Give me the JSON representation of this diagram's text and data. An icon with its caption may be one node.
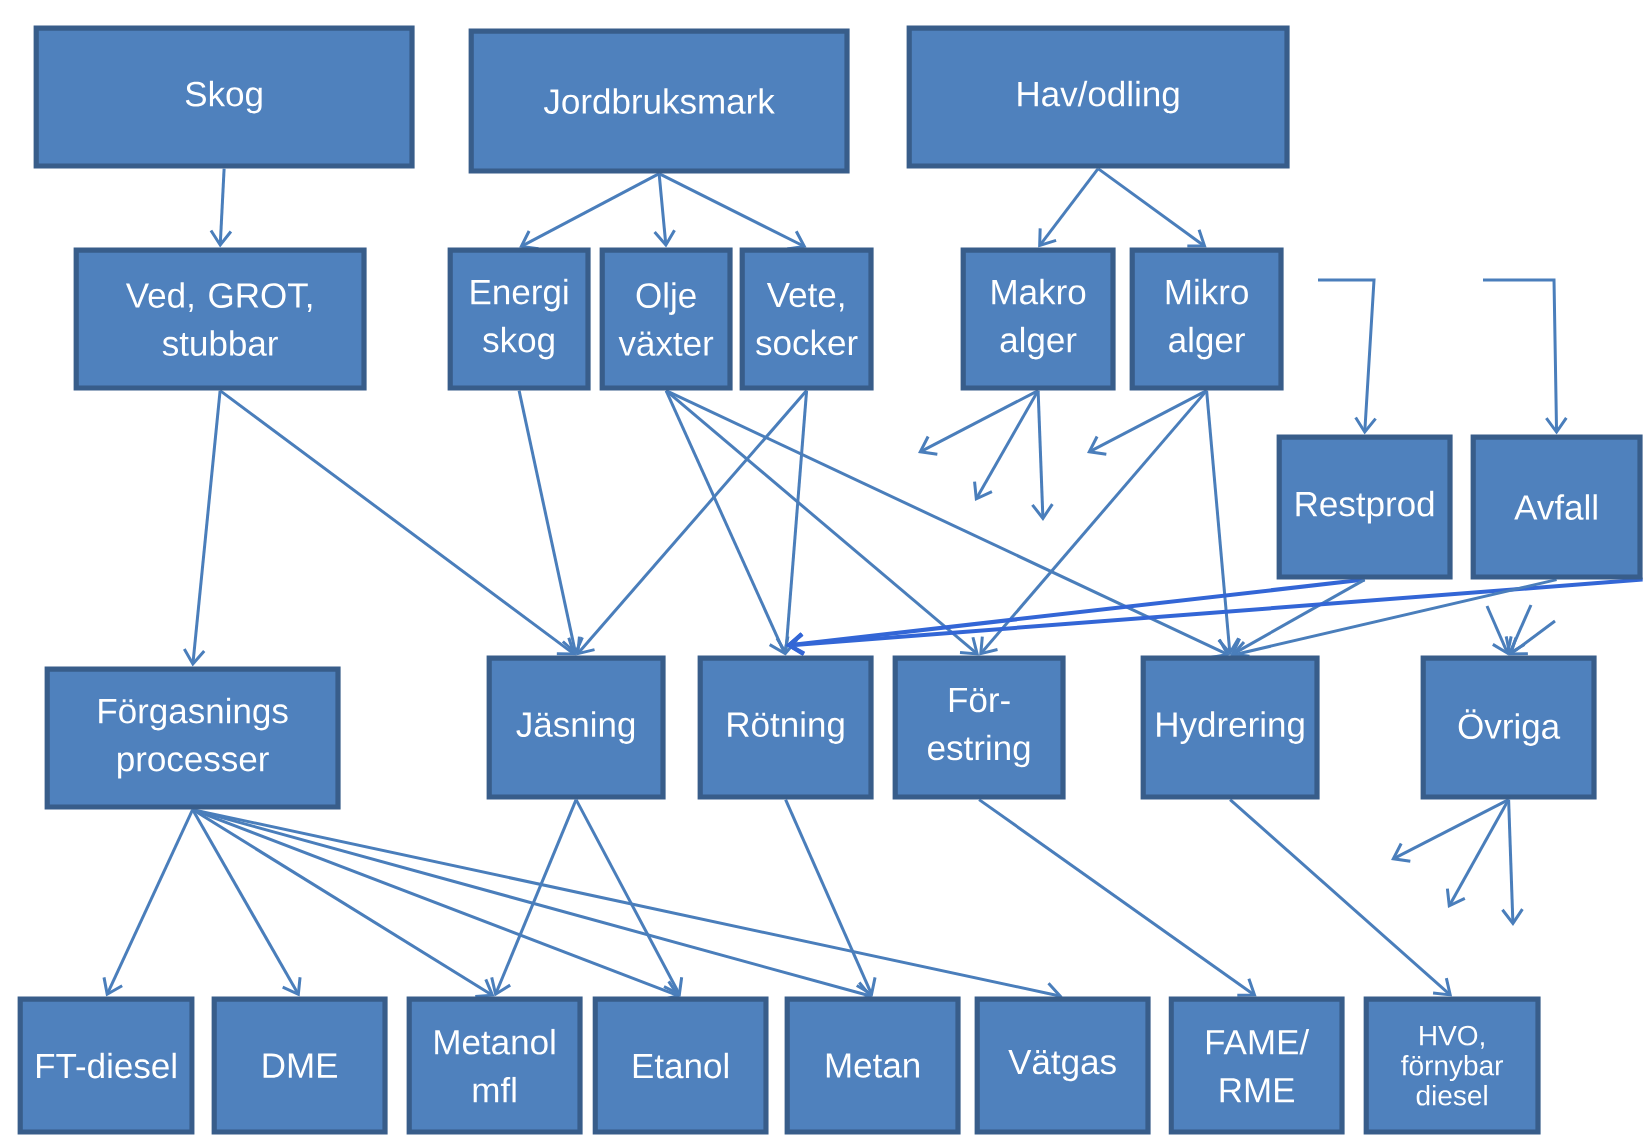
{
  "diagram": {
    "nodes": [
      {
        "text": [
          "Skog"
        ]
      },
      {
        "text": [
          "Jordbruksmark"
        ]
      },
      {
        "text": [
          "Hav/odling"
        ]
      },
      {
        "text": [
          "Ved, GROT, stubbar"
        ]
      },
      {
        "text": [
          "Energi skog"
        ]
      },
      {
        "text": [
          "Olje växter"
        ]
      },
      {
        "text": [
          "Vete, socker"
        ]
      },
      {
        "text": [
          "Makro alger"
        ]
      },
      {
        "text": [
          "Mikro alger"
        ]
      },
      {
        "text": [
          "Restprod"
        ]
      },
      {
        "text": [
          "Avfall"
        ]
      },
      {
        "text": [
          "Förgasnings processer"
        ]
      },
      {
        "text": [
          "Jäsning"
        ]
      },
      {
        "text": [
          "Rötning"
        ]
      },
      {
        "text": [
          "För- estring"
        ]
      },
      {
        "text": [
          "Hydrering"
        ]
      },
      {
        "text": [
          "Övriga"
        ]
      },
      {
        "text": [
          "FT-diesel"
        ]
      },
      {
        "text": [
          "DME"
        ]
      },
      {
        "text": [
          "Metanol mfl"
        ]
      },
      {
        "text": [
          "Etanol"
        ]
      },
      {
        "text": [
          "Metan"
        ]
      },
      {
        "text": [
          "Vätgas"
        ]
      },
      {
        "text": [
          "FAME/ RME"
        ]
      },
      {
        "text": [
          "HVO, förnybar diesel"
        ]
      }
    ],
    "edges": [
      {
        "from": 0,
        "to": 3,
        "arrow": "to"
      },
      {
        "from": 1,
        "to": 4,
        "arrow": "to"
      },
      {
        "from": 1,
        "to": 5,
        "arrow": "to"
      },
      {
        "from": 1,
        "to": 6,
        "arrow": "to"
      },
      {
        "from": 2,
        "to": 7,
        "arrow": "to"
      },
      {
        "from": 2,
        "to": 8,
        "arrow": "to"
      },
      {
        "from": null,
        "to": 9,
        "arrow": "to"
      },
      {
        "from": null,
        "to": 10,
        "arrow": "to"
      },
      {
        "from": 3,
        "to": 11,
        "arrow": "to"
      },
      {
        "from": 3,
        "to": 12,
        "arrow": "to"
      },
      {
        "from": 4,
        "to": 12,
        "arrow": "to"
      },
      {
        "from": 5,
        "to": 13,
        "arrow": "to"
      },
      {
        "from": 5,
        "to": 14,
        "arrow": "to"
      },
      {
        "from": 5,
        "to": 15,
        "arrow": "to"
      },
      {
        "from": 6,
        "to": 12,
        "arrow": "to"
      },
      {
        "from": 6,
        "to": 13,
        "arrow": "to"
      },
      {
        "from": 7,
        "to": null,
        "arrow": "to"
      },
      {
        "from": 7,
        "to": null,
        "arrow": "to"
      },
      {
        "from": 7,
        "to": null,
        "arrow": "to"
      },
      {
        "from": 8,
        "to": null,
        "arrow": "to"
      },
      {
        "from": 8,
        "to": 14,
        "arrow": "to"
      },
      {
        "from": 8,
        "to": 15,
        "arrow": "to"
      },
      {
        "from": 9,
        "to": 13,
        "arrow": "to",
        "color": "#3366d6"
      },
      {
        "from": 9,
        "to": 15,
        "arrow": "to"
      },
      {
        "from": 10,
        "to": 13,
        "arrow": "to",
        "color": "#3366d6"
      },
      {
        "from": 10,
        "to": 15,
        "arrow": "to"
      },
      {
        "from": null,
        "to": 16,
        "arrow": "to"
      },
      {
        "from": null,
        "to": 16,
        "arrow": "to"
      },
      {
        "from": null,
        "to": 16,
        "arrow": "to"
      },
      {
        "from": 16,
        "to": null,
        "arrow": "to"
      },
      {
        "from": 16,
        "to": null,
        "arrow": "to"
      },
      {
        "from": 16,
        "to": null,
        "arrow": "to"
      },
      {
        "from": 11,
        "to": 17,
        "arrow": "to"
      },
      {
        "from": 11,
        "to": 18,
        "arrow": "to"
      },
      {
        "from": 11,
        "to": 19,
        "arrow": "to"
      },
      {
        "from": 11,
        "to": 20,
        "arrow": "to"
      },
      {
        "from": 11,
        "to": 21,
        "arrow": "to"
      },
      {
        "from": 11,
        "to": 22,
        "arrow": "to"
      },
      {
        "from": 12,
        "to": 19,
        "arrow": "to"
      },
      {
        "from": 12,
        "to": 20,
        "arrow": "to"
      },
      {
        "from": 13,
        "to": 21,
        "arrow": "to"
      },
      {
        "from": 14,
        "to": 23,
        "arrow": "to"
      },
      {
        "from": 15,
        "to": 24,
        "arrow": "to"
      }
    ]
  }
}
